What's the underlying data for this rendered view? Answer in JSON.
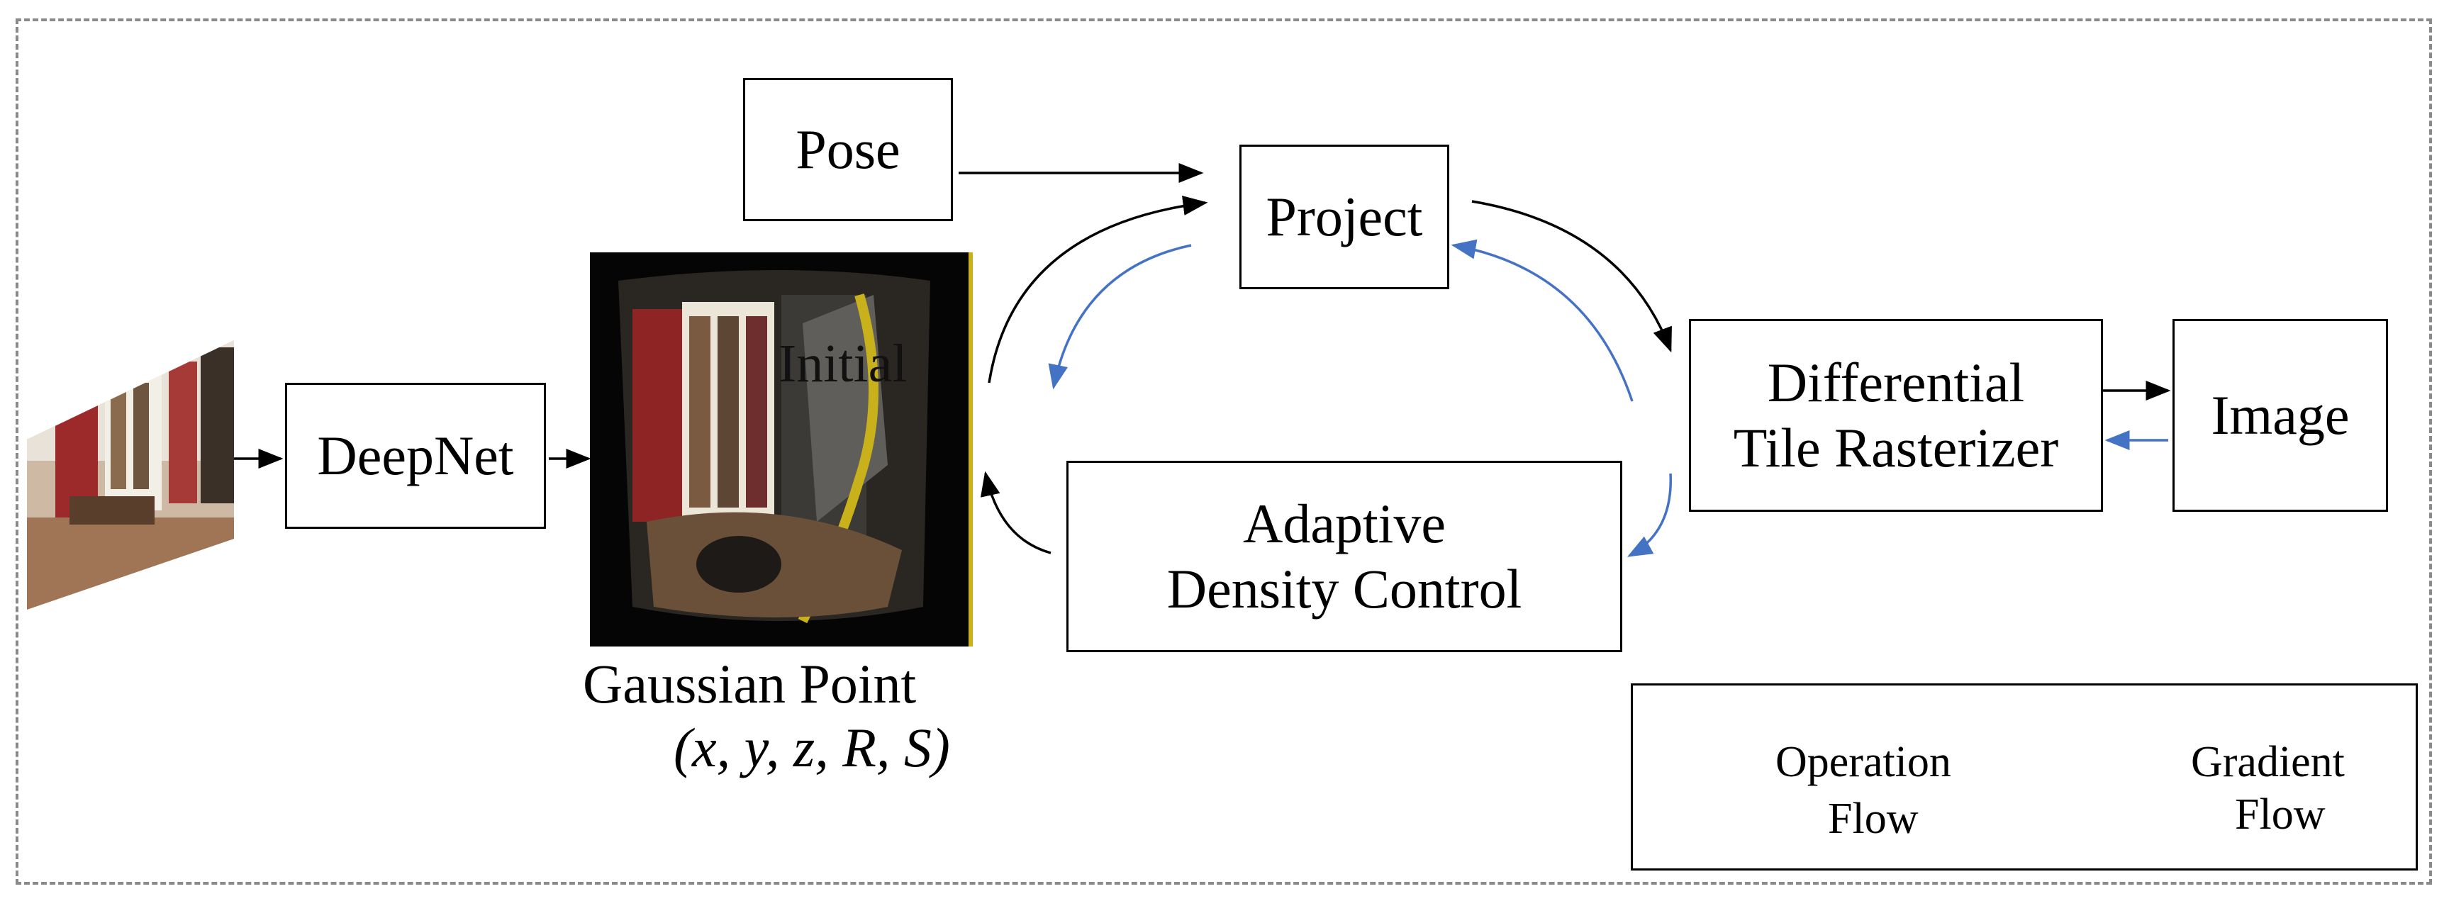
{
  "boxes": {
    "pose": "Pose",
    "project": "Project",
    "deepnet": "DeepNet",
    "rasterizer_line1": "Differential",
    "rasterizer_line2": "Tile Rasterizer",
    "image": "Image",
    "adc_line1": "Adaptive",
    "adc_line2": "Density Control"
  },
  "gaussian": {
    "overlay_text": "Initial",
    "caption": "Gaussian Point",
    "params": "(x, y, z, R, S)"
  },
  "legend": {
    "operation_line1": "Operation",
    "operation_line2": "Flow",
    "gradient_line1": "Gradient",
    "gradient_line2": "Flow"
  },
  "colors": {
    "operation_flow": "#000000",
    "gradient_flow": "#4472c4",
    "frame": "#8a8a8a"
  }
}
